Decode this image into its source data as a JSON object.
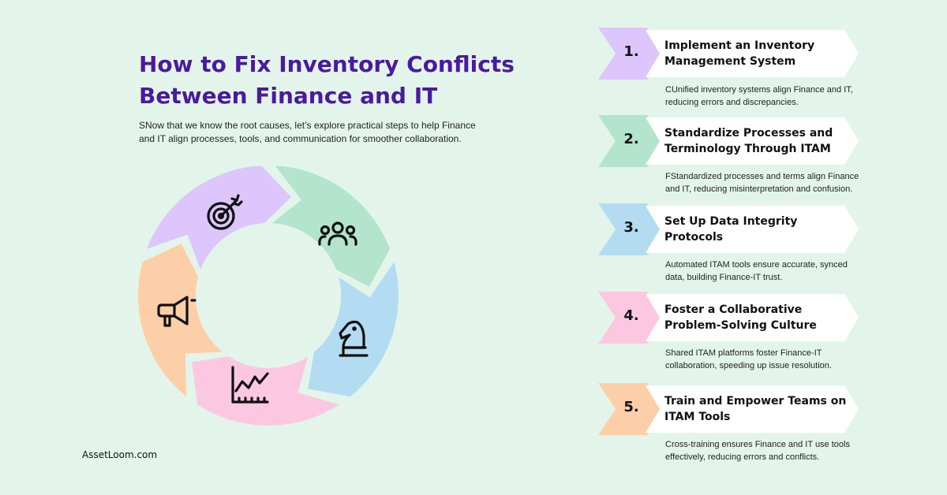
{
  "header": {
    "title": "How to Fix Inventory Conflicts Between Finance and IT",
    "intro": "SNow that we know the root causes, let’s explore practical steps to help Finance and IT align processes, tools, and communication for smoother collaboration."
  },
  "brand": "AssetLoom.com",
  "cycle": {
    "segments": [
      {
        "icon": "target-icon",
        "color": "#dcc6fb"
      },
      {
        "icon": "team-icon",
        "color": "#b3e4cd"
      },
      {
        "icon": "chess-knight-icon",
        "color": "#b3dcf2"
      },
      {
        "icon": "growth-chart-icon",
        "color": "#fcc8e1"
      },
      {
        "icon": "megaphone-icon",
        "color": "#fdcfa8"
      }
    ]
  },
  "steps": [
    {
      "number": "1.",
      "title": "Implement an Inventory Management System",
      "desc": "CUnified inventory systems align Finance and IT, reducing errors and discrepancies.",
      "color": "#dcc6fb"
    },
    {
      "number": "2.",
      "title": "Standardize Processes and Terminology Through ITAM",
      "desc": "FStandardized processes and terms align Finance and IT, reducing misinterpretation and confusion.",
      "color": "#b3e4cd"
    },
    {
      "number": "3.",
      "title": "Set Up Data Integrity Protocols",
      "desc": "Automated ITAM tools ensure accurate, synced data, building Finance-IT trust.",
      "color": "#b3dcf2"
    },
    {
      "number": "4.",
      "title": "Foster a Collaborative Problem-Solving Culture",
      "desc": "Shared ITAM platforms foster Finance-IT collaboration, speeding up issue resolution.",
      "color": "#fcc8e1"
    },
    {
      "number": "5.",
      "title": "Train and Empower Teams on ITAM Tools",
      "desc": "Cross-training ensures Finance and IT use tools effectively, reducing errors and conflicts.",
      "color": "#fdcfa8"
    }
  ]
}
